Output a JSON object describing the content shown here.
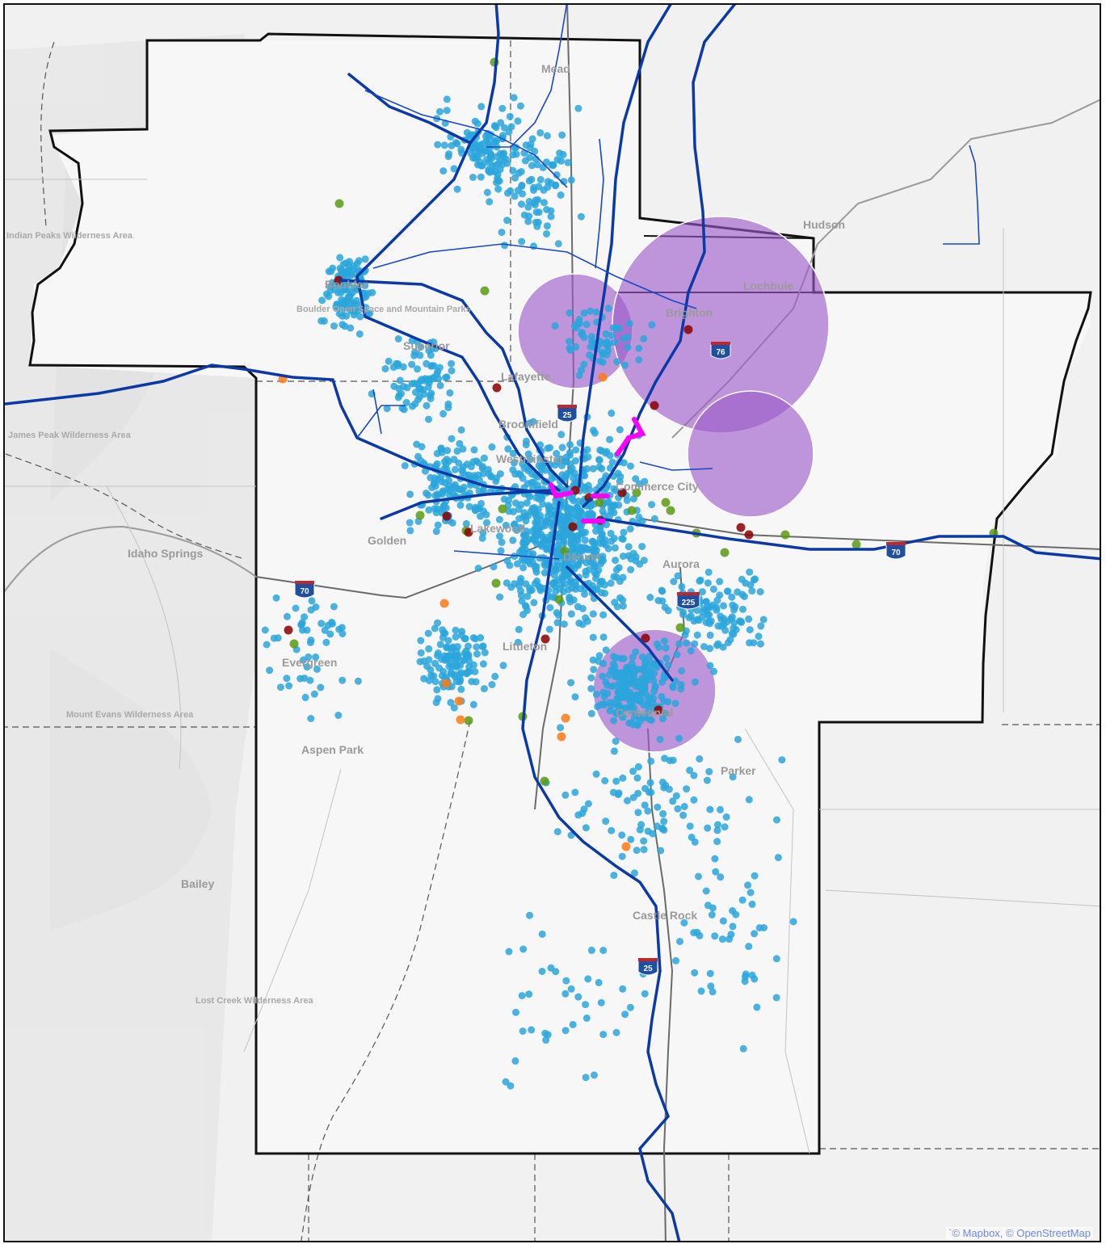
{
  "attribution": "`© Mapbox, © OpenStreetMap",
  "colors": {
    "basemap": "#f1f1f1",
    "mountain": "#dcdcdc",
    "region_fill": "#f7f7f7",
    "boundary": "#111111",
    "road": "#5a5a5a",
    "transit_line": "#0b3aa6",
    "point_default": "#2aa6dc",
    "point_green": "#5a9a12",
    "point_red": "#8b0000",
    "point_orange": "#ff7a14",
    "highlight_segment": "#ff00ff",
    "buffer_fill": "#9b59c8"
  },
  "places": [
    {
      "name": "Mead"
    },
    {
      "name": "Boulder"
    },
    {
      "name": "Boulder Open Space and Mountain Parks"
    },
    {
      "name": "Superior"
    },
    {
      "name": "Lafayette"
    },
    {
      "name": "Brighton"
    },
    {
      "name": "Lochbuie"
    },
    {
      "name": "Hudson"
    },
    {
      "name": "Westminster"
    },
    {
      "name": "Golden"
    },
    {
      "name": "Aurora"
    },
    {
      "name": "Evergreen"
    },
    {
      "name": "Idaho Springs"
    },
    {
      "name": "Indian Peaks Wilderness Area"
    },
    {
      "name": "James Peak Wilderness Area"
    },
    {
      "name": "Mount Evans Wilderness Area"
    },
    {
      "name": "Aspen Park"
    },
    {
      "name": "Parker"
    },
    {
      "name": "Bailey"
    },
    {
      "name": "Castle Rock"
    },
    {
      "name": "Lost Creek Wilderness Area"
    },
    {
      "name": "Centennial"
    },
    {
      "name": "Denver"
    },
    {
      "name": "Lakewood"
    },
    {
      "name": "Littleton"
    },
    {
      "name": "Commerce City"
    },
    {
      "name": "Broomfield"
    }
  ],
  "highways": [
    {
      "label": "25"
    },
    {
      "label": "76"
    },
    {
      "label": "70"
    },
    {
      "label": "225"
    },
    {
      "label": "25"
    },
    {
      "label": "70"
    }
  ],
  "buffers": [
    {
      "name": "buffer-north-a"
    },
    {
      "name": "buffer-north-b"
    },
    {
      "name": "buffer-east"
    },
    {
      "name": "buffer-south"
    }
  ]
}
